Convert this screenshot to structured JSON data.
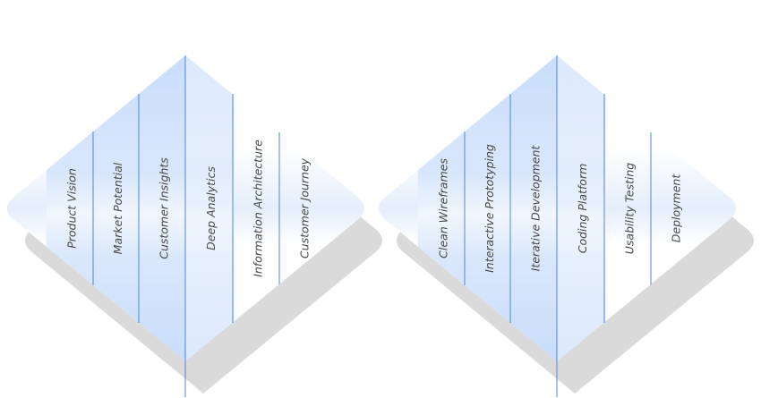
{
  "diamonds": [
    {
      "stages": [
        "Product Vision",
        "Market Potential",
        "Customer Insights",
        "Deep Analytics",
        "Information Architecture",
        "Customer Journey"
      ]
    },
    {
      "stages": [
        "Clean Wireframes",
        "Interactive Prototyping",
        "Iterative Development",
        "Coding Platform",
        "Usability Testing",
        "Deployment"
      ]
    }
  ],
  "colors": {
    "fill_blue": "#bfd7fa",
    "fill_white": "#ffffff",
    "divider": "#4d86e0",
    "shadow": "#dadada",
    "text": "#4a4a4a"
  }
}
